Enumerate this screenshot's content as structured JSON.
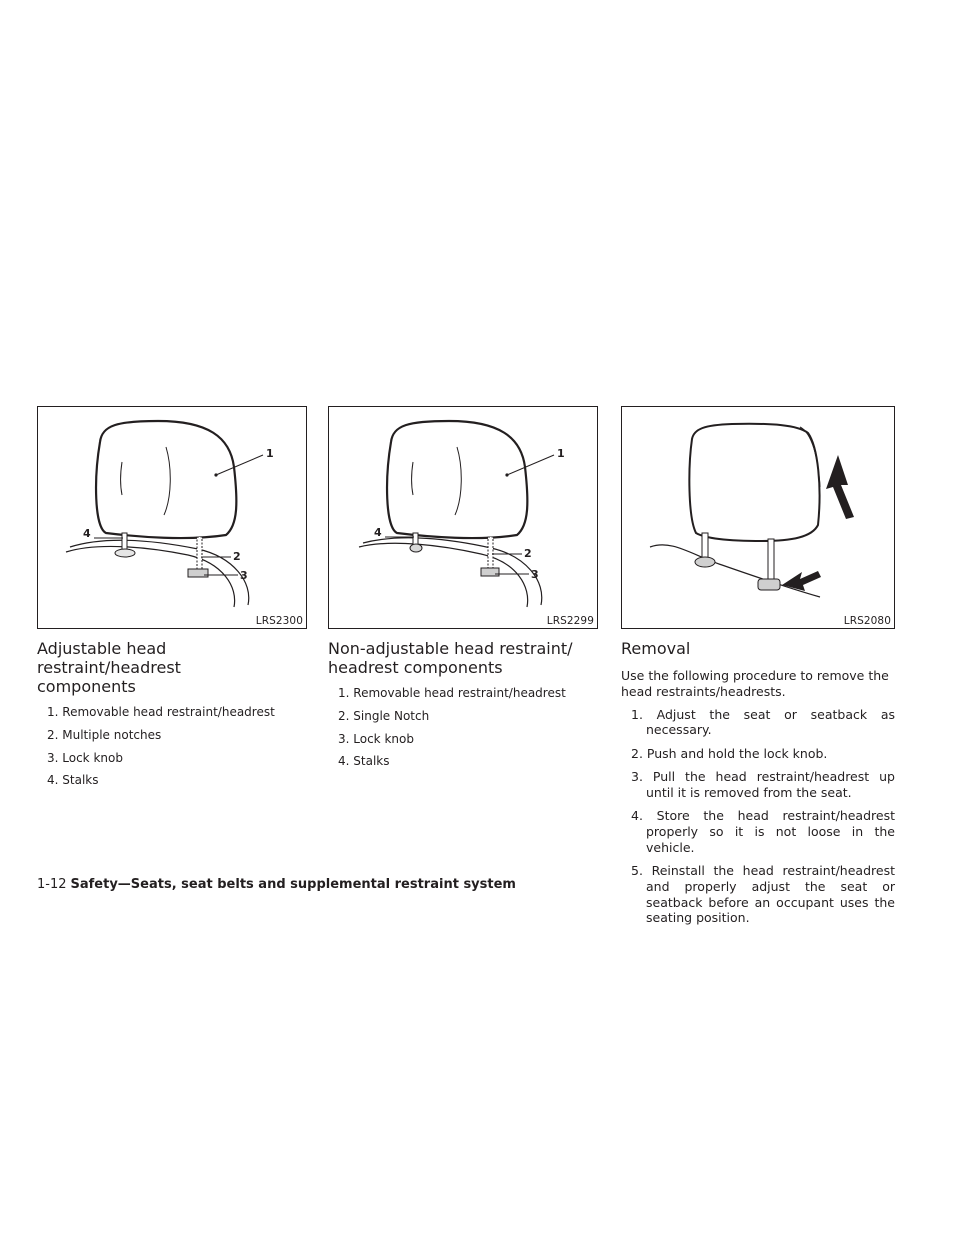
{
  "columns": [
    {
      "figure_code": "LRS2300",
      "callouts": [
        "1",
        "2",
        "3",
        "4"
      ],
      "heading_line1": "Adjustable head restraint/headrest",
      "heading_line2": "components",
      "items": [
        "1. Removable head restraint/headrest",
        "2. Multiple notches",
        "3. Lock knob",
        "4. Stalks"
      ]
    },
    {
      "figure_code": "LRS2299",
      "callouts": [
        "1",
        "2",
        "3",
        "4"
      ],
      "heading_line1": "Non-adjustable head restraint/",
      "heading_line2": "headrest components",
      "items": [
        "1. Removable head restraint/headrest",
        "2. Single Notch",
        "3. Lock knob",
        "4. Stalks"
      ]
    },
    {
      "figure_code": "LRS2080",
      "heading": "Removal",
      "intro": "Use the following procedure to remove the head restraints/headrests.",
      "steps": [
        "1. Adjust the seat or seatback as necessary.",
        "2. Push and hold the lock knob.",
        "3. Pull the head restraint/headrest up until it is removed from the seat.",
        "4. Store the head restraint/headrest properly so it is not loose in the vehicle.",
        "5. Reinstall the head restraint/headrest and properly adjust the seat or seatback before an occupant uses the seating position."
      ]
    }
  ],
  "footer": {
    "page_number": "1-12",
    "section_title": "Safety—Seats, seat belts and supplemental restraint system"
  }
}
